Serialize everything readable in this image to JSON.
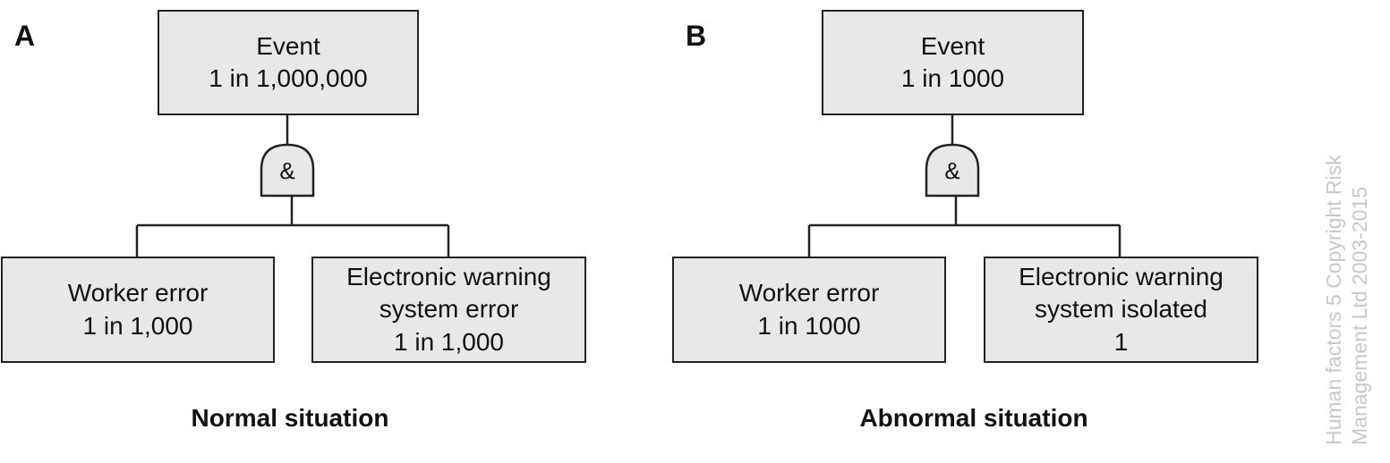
{
  "colors": {
    "box_fill": "#e8e8e8",
    "stroke": "#222222",
    "watermark": "#c8c8c8"
  },
  "panels": [
    {
      "letter": "A",
      "top_event": {
        "line1": "Event",
        "line2": "1 in 1,000,000"
      },
      "gate_symbol": "&",
      "left_child": {
        "line1": "Worker error",
        "line2": "1 in 1,000"
      },
      "right_child": {
        "line1": "Electronic warning",
        "line2": "system error",
        "line3": "1 in 1,000"
      },
      "caption": "Normal situation"
    },
    {
      "letter": "B",
      "top_event": {
        "line1": "Event",
        "line2": "1 in 1000"
      },
      "gate_symbol": "&",
      "left_child": {
        "line1": "Worker error",
        "line2": "1 in 1000"
      },
      "right_child": {
        "line1": "Electronic warning",
        "line2": "system isolated",
        "line3": "1"
      },
      "caption": "Abnormal situation"
    }
  ],
  "watermark": {
    "line1": "Human factors 5 Copyright Risk",
    "line2": "Management Ltd 2003-2015"
  }
}
